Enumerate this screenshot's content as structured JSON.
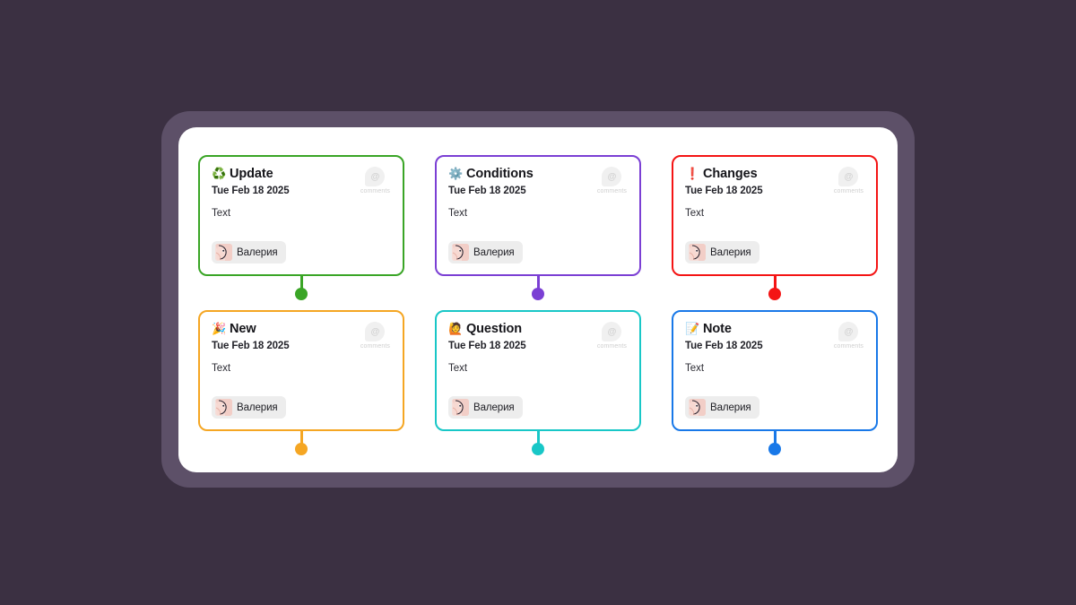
{
  "canvas": {
    "background_color": "#3b3042",
    "frame_color": "#5d5068",
    "panel_color": "#ffffff"
  },
  "comments_widget": {
    "icon": "comment-bubble-icon",
    "glyph": "@",
    "label": "comments"
  },
  "cards": [
    {
      "id": "update",
      "emoji": "♻️",
      "emoji_name": "recycling-icon",
      "title": "Update",
      "date": "Tue Feb 18 2025",
      "text": "Text",
      "author": "Валерия",
      "accent": "#3aa526",
      "comments_count": ""
    },
    {
      "id": "conditions",
      "emoji": "⚙️",
      "emoji_name": "gear-icon",
      "title": "Conditions",
      "date": "Tue Feb 18 2025",
      "text": "Text",
      "author": "Валерия",
      "accent": "#7b3fd4",
      "comments_count": ""
    },
    {
      "id": "changes",
      "emoji": "❗",
      "emoji_name": "exclamation-mark-icon",
      "title": "Changes",
      "date": "Tue Feb 18 2025",
      "text": "Text",
      "author": "Валерия",
      "accent": "#f41414",
      "comments_count": ""
    },
    {
      "id": "new",
      "emoji": "🎉",
      "emoji_name": "party-popper-icon",
      "title": "New",
      "date": "Tue Feb 18 2025",
      "text": "Text",
      "author": "Валерия",
      "accent": "#f5a623",
      "comments_count": ""
    },
    {
      "id": "question",
      "emoji": "🙋",
      "emoji_name": "person-raising-hand-icon",
      "title": "Question",
      "date": "Tue Feb 18 2025",
      "text": "Text",
      "author": "Валерия",
      "accent": "#18c7c7",
      "comments_count": ""
    },
    {
      "id": "note",
      "emoji": "📝",
      "emoji_name": "memo-icon",
      "title": "Note",
      "date": "Tue Feb 18 2025",
      "text": "Text",
      "author": "Валерия",
      "accent": "#1878e8",
      "comments_count": ""
    }
  ]
}
